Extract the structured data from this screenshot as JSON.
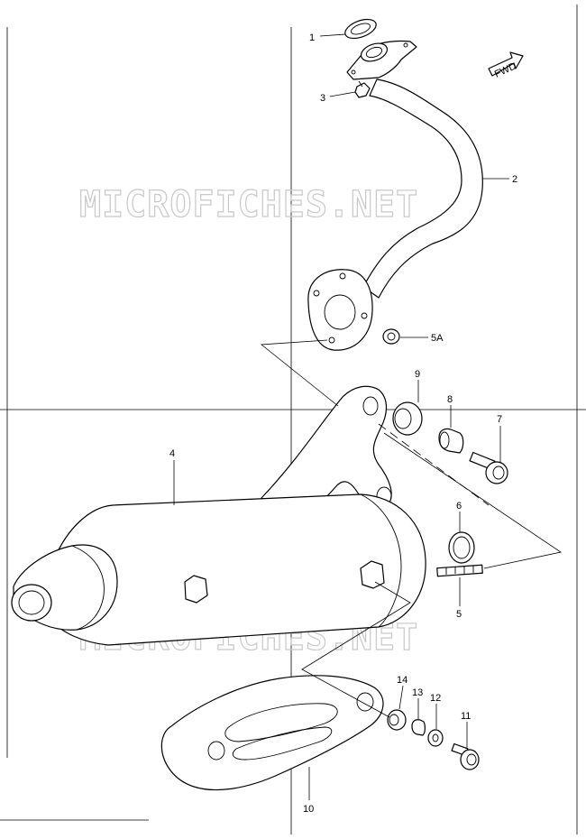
{
  "watermark": "MICROFICHES.NET",
  "fwd_arrow": {
    "label": "FWD"
  },
  "callouts": [
    {
      "id": "1",
      "part": "gasket"
    },
    {
      "id": "2",
      "part": "exhaust-pipe"
    },
    {
      "id": "3",
      "part": "stud-bolt"
    },
    {
      "id": "5A",
      "part": "nut"
    },
    {
      "id": "4",
      "part": "muffler"
    },
    {
      "id": "9",
      "part": "cushion"
    },
    {
      "id": "8",
      "part": "spacer"
    },
    {
      "id": "7",
      "part": "bolt"
    },
    {
      "id": "6",
      "part": "gasket"
    },
    {
      "id": "5",
      "part": "stud"
    },
    {
      "id": "14",
      "part": "cushion"
    },
    {
      "id": "13",
      "part": "spacer"
    },
    {
      "id": "12",
      "part": "washer"
    },
    {
      "id": "11",
      "part": "bolt"
    },
    {
      "id": "10",
      "part": "muffler-protector"
    }
  ]
}
